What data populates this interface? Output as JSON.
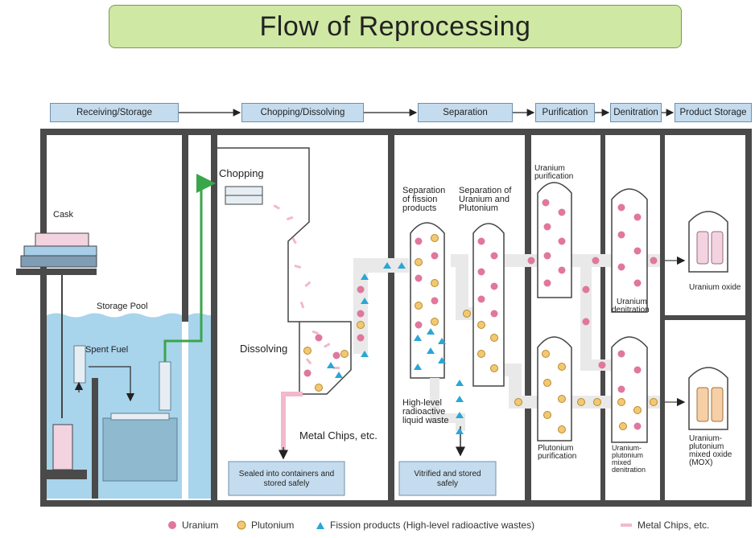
{
  "title": "Flow of Reprocessing",
  "stages": [
    "Receiving/Storage",
    "Chopping/Dissolving",
    "Separation",
    "Purification",
    "Denitration",
    "Product Storage"
  ],
  "labels": {
    "cask": "Cask",
    "storage_pool": "Storage Pool",
    "spent_fuel": "Spent Fuel",
    "chopping": "Chopping",
    "dissolving": "Dissolving",
    "metal_chips": "Metal Chips, etc.",
    "sep_fission": [
      "Separation",
      "of fission",
      "products"
    ],
    "sep_u_pu": [
      "Separation of",
      "Uranium and",
      "Plutonium"
    ],
    "hl_liquid": [
      "High-level",
      "radioactive",
      "liquid waste"
    ],
    "u_purification": [
      "Uranium",
      "purification"
    ],
    "u_denitration": [
      "Uranium",
      "denitration"
    ],
    "pu_purification": [
      "Plutonium",
      "purification"
    ],
    "upu_denitration": [
      "Uranium-",
      "plutonium",
      "mixed",
      "denitration"
    ],
    "uranium_oxide": "Uranium oxide",
    "mox": [
      "Uranium-",
      "plutonium",
      "mixed oxide",
      "(MOX)"
    ],
    "sealed": [
      "Sealed into containers and",
      "stored safely"
    ],
    "vitrified": [
      "Vitrified and stored",
      "safely"
    ]
  },
  "legend": {
    "uranium": "Uranium",
    "plutonium": "Plutonium",
    "fission": "Fission products (High-level radioactive wastes)",
    "chips": "Metal Chips, etc."
  },
  "colors": {
    "uranium": "#e0779f",
    "plutonium": "#f2c872",
    "fission": "#2aa6d6",
    "chips": "#f3b8cc",
    "pool": "#a8d4ec",
    "stage_box": "#c5dcee",
    "title_box": "#cfe8a3",
    "wall": "#4a4a4a",
    "arrow_green": "#3aa64a"
  }
}
